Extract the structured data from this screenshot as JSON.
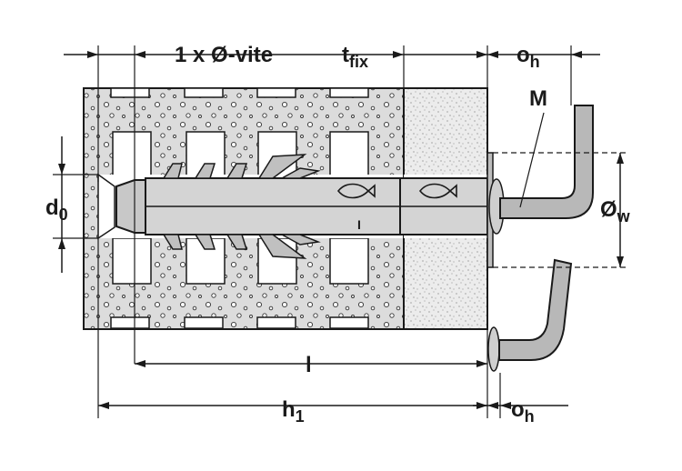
{
  "labels": {
    "screw_length": "1 x Ø-vite",
    "t_fix_main": "t",
    "t_fix_sub": "fix",
    "o_h_top_main": "o",
    "o_h_top_sub": "h",
    "M": "M",
    "d0_main": "d",
    "d0_sub": "0",
    "ow_main": "Ø",
    "ow_sub": "w",
    "I_small": "I",
    "l_dim": "l",
    "h1_main": "h",
    "h1_sub": "1",
    "o_h_bottom_main": "o",
    "o_h_bottom_sub": "h"
  },
  "colors": {
    "concrete": "#d9d9d9",
    "fixture": "#ececec",
    "plug": "#c8c8c8",
    "hook": "#b8b8b8",
    "ink": "#1a1a1a"
  }
}
